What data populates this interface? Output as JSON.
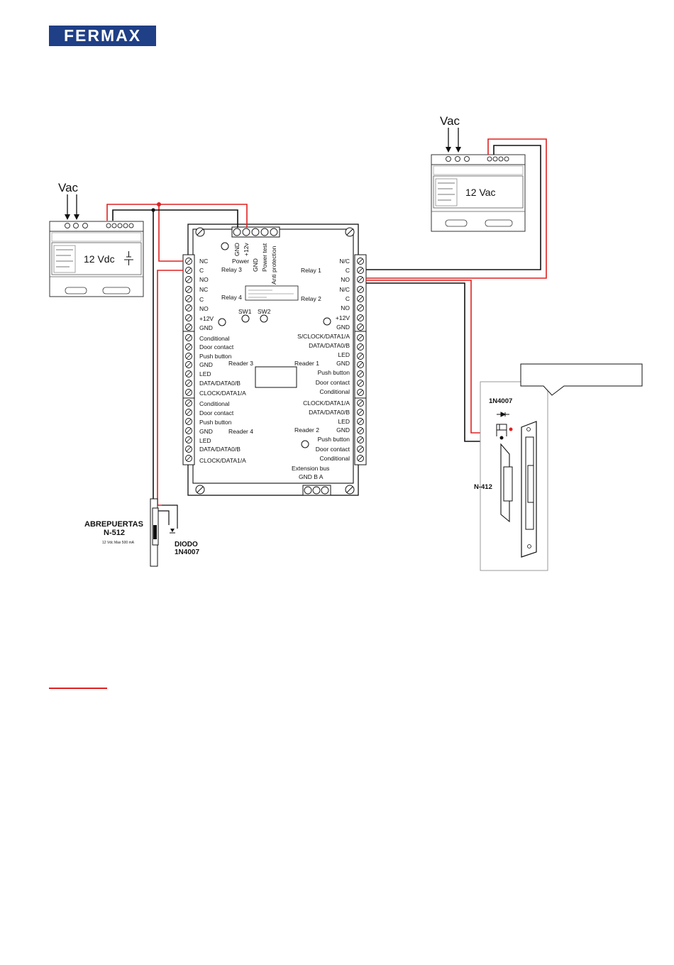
{
  "brand": {
    "logo_text": "FERMAX"
  },
  "colors": {
    "logo_bg": "#1f3f86",
    "wire_red": "#e02020",
    "wire_black": "#111111"
  },
  "psu_left": {
    "input_label": "Vac",
    "output_label": "12 Vdc"
  },
  "psu_right": {
    "input_label": "Vac",
    "output_label": "12 Vac"
  },
  "controller": {
    "top_labels": [
      "GND",
      "+12v",
      "GND",
      "Power test",
      "Anti protection"
    ],
    "power_label": "Power",
    "left_terminals": [
      "NC",
      "C",
      "NO",
      "NC",
      "C",
      "NO",
      "+12V",
      "GND",
      "Conditional",
      "Door contact",
      "Push button",
      "GND",
      "LED",
      "DATA/DATA0/B",
      "CLOCK/DATA1/A",
      "Conditional",
      "Door contact",
      "Push button",
      "GND",
      "LED",
      "DATA/DATA0/B",
      "CLOCK/DATA1/A"
    ],
    "right_terminals": [
      "N/C",
      "C",
      "NO",
      "N/C",
      "C",
      "NO",
      "+12V",
      "GND",
      "S/CLOCK/DATA1/A",
      "DATA/DATA0/B",
      "LED",
      "GND",
      "Push button",
      "Door contact",
      "Conditional",
      "CLOCK/DATA1/A",
      "DATA/DATA0/B",
      "LED",
      "GND",
      "Push button",
      "Door contact",
      "Conditional"
    ],
    "relay3": "Relay 3",
    "relay4": "Relay 4",
    "relay1": "Relay 1",
    "relay2": "Relay 2",
    "sw1": "SW1",
    "sw2": "SW2",
    "reader1": "Reader 1",
    "reader2": "Reader 2",
    "reader3": "Reader 3",
    "reader4": "Reader 4",
    "extension_bus": "Extension bus",
    "bus_terminals": "GND  B  A"
  },
  "lock_left": {
    "name": "ABREPUERTAS",
    "model": "N-512",
    "spec": "12 Vdc  Max 500 mA",
    "diode_title": "DIODO",
    "diode_model": "1N4007"
  },
  "lock_right": {
    "model": "N-412",
    "diode_model": "1N4007",
    "callout_text": ""
  }
}
